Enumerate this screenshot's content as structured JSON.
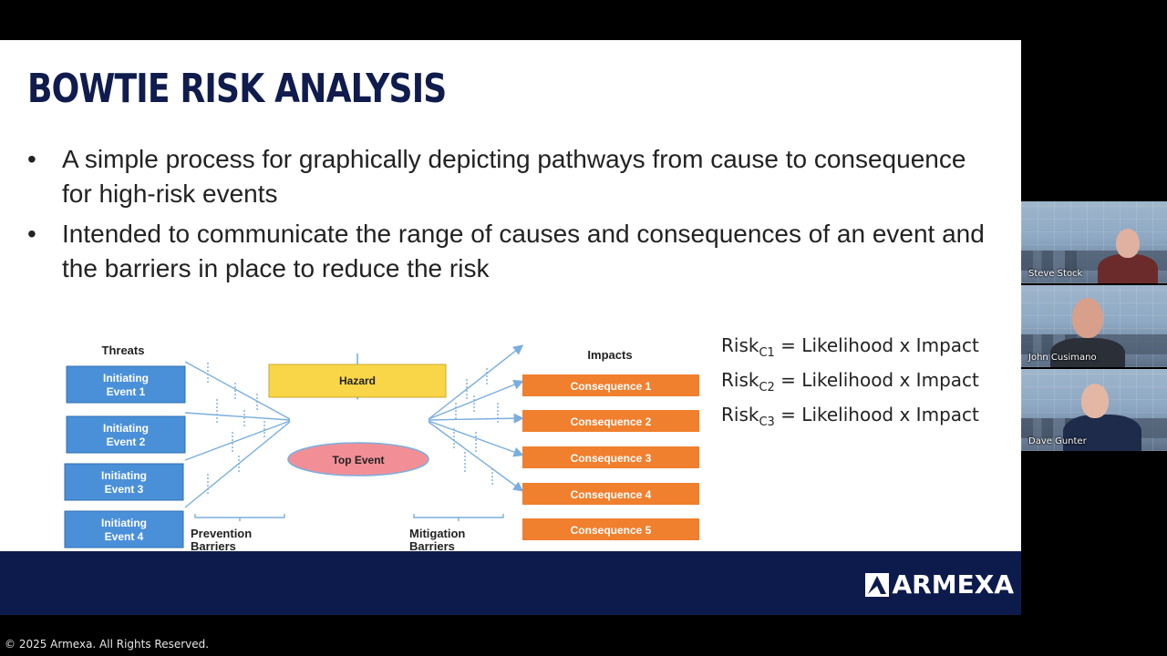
{
  "slide": {
    "title": "BOWTIE RISK ANALYSIS",
    "bullets": [
      {
        "marker": "•",
        "text": "A simple process for graphically depicting pathways from cause to consequence for high-risk events"
      },
      {
        "marker": "•",
        "text": "Intended to communicate the range of causes and consequences of an event and the barriers in place to reduce the risk"
      }
    ]
  },
  "diagram": {
    "threats_label": "Threats",
    "impacts_label": "Impacts",
    "hazard": "Hazard",
    "top_event": "Top Event",
    "initiating_events": [
      {
        "line1": "Initiating",
        "line2": "Event 1"
      },
      {
        "line1": "Initiating",
        "line2": "Event 2"
      },
      {
        "line1": "Initiating",
        "line2": "Event 3"
      },
      {
        "line1": "Initiating",
        "line2": "Event 4"
      }
    ],
    "consequences": [
      "Consequence 1",
      "Consequence 2",
      "Consequence 3",
      "Consequence 4",
      "Consequence 5"
    ],
    "prevention_barriers": {
      "line1": "Prevention",
      "line2": "Barriers"
    },
    "mitigation_barriers": {
      "line1": "Mitigation",
      "line2": "Barriers"
    },
    "colors": {
      "threat_box": "#4a90d9",
      "consequence_box": "#f07f2e",
      "hazard_box": "#f9d648",
      "top_event": "#f28f96",
      "connector": "#7aaede",
      "navy": "#0d1b4c"
    }
  },
  "risk_equations": [
    {
      "prefix": "Risk",
      "subscript": "C1",
      "formula": " = Likelihood x Impact"
    },
    {
      "prefix": "Risk",
      "subscript": "C2",
      "formula": " = Likelihood x Impact"
    },
    {
      "prefix": "Risk",
      "subscript": "C3",
      "formula": " = Likelihood x Impact"
    }
  ],
  "footer": {
    "logo_text": "ARMEXA",
    "copyright": "© 2025 Armexa. All Rights Reserved."
  },
  "participants": [
    {
      "name": "Steve Stock"
    },
    {
      "name": "John Cusimano"
    },
    {
      "name": "Dave Gunter"
    }
  ]
}
